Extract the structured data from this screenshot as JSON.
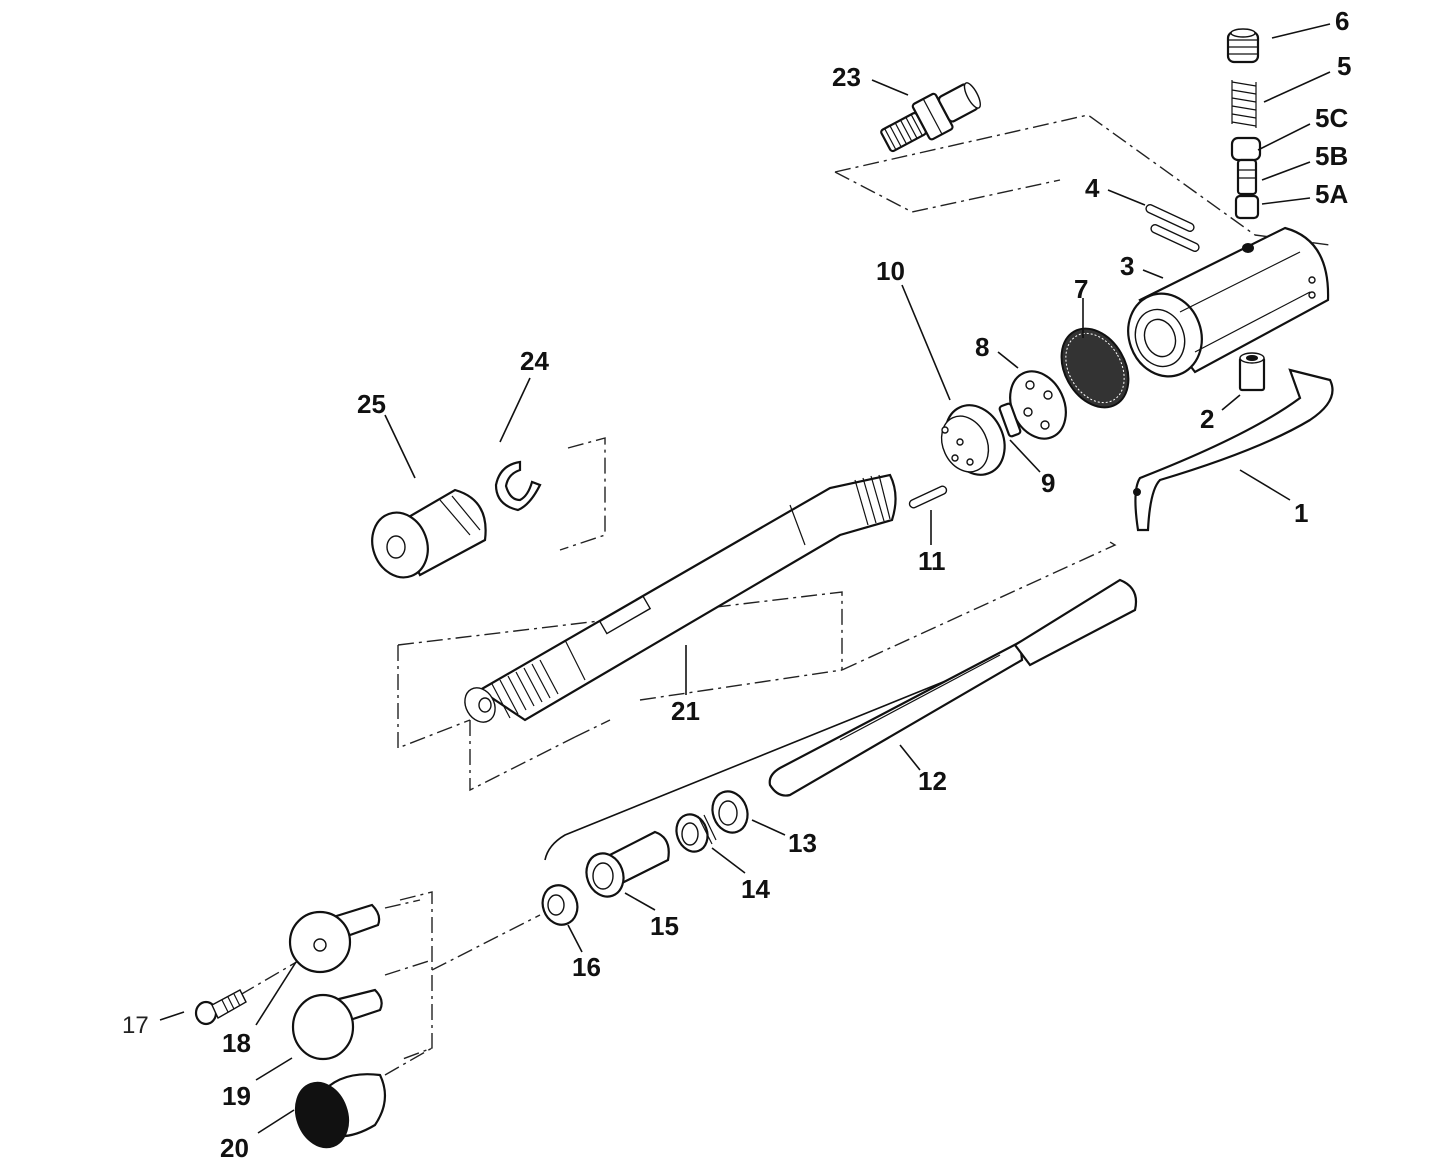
{
  "diagram": {
    "labels": {
      "p1": "1",
      "p2": "2",
      "p3": "3",
      "p4": "4",
      "p5": "5",
      "p5a": "5A",
      "p5b": "5B",
      "p5c": "5C",
      "p6": "6",
      "p7": "7",
      "p8": "8",
      "p9": "9",
      "p10": "10",
      "p11": "11",
      "p12": "12",
      "p13": "13",
      "p14": "14",
      "p15": "15",
      "p16": "16",
      "p17": "17",
      "p18": "18",
      "p19": "19",
      "p20": "20",
      "p21": "21",
      "p23": "23",
      "p24": "24",
      "p25": "25"
    }
  }
}
